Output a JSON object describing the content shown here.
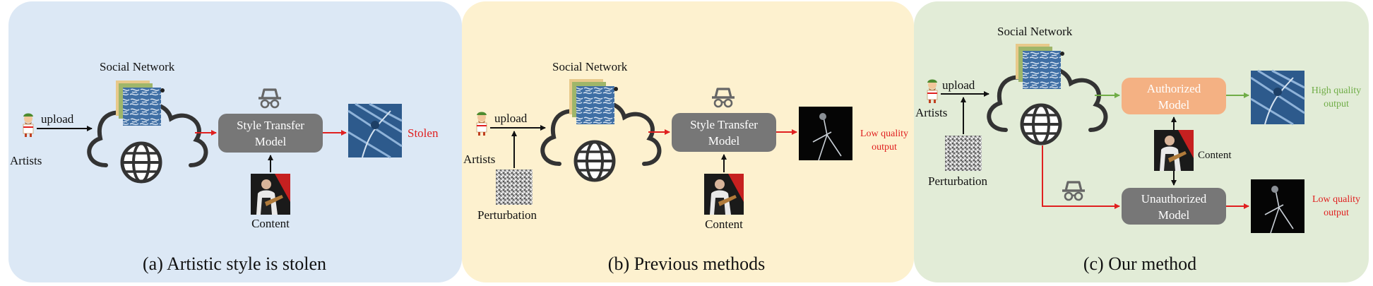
{
  "panels": [
    {
      "caption": "(a) Artistic style is stolen",
      "bg": "#dce8f5",
      "social_network": "Social Network",
      "artists": "Artists",
      "upload": "upload",
      "model": [
        "Style Transfer",
        "Model"
      ],
      "content": "Content",
      "result": "Stolen"
    },
    {
      "caption": "(b) Previous methods",
      "bg": "#fdf1cf",
      "social_network": "Social Network",
      "artists": "Artists",
      "upload": "upload",
      "perturbation": "Perturbation",
      "model": [
        "Style Transfer",
        "Model"
      ],
      "content": "Content",
      "result": [
        "Low quality",
        "output"
      ]
    },
    {
      "caption": "(c) Our method",
      "bg": "#e2ecd7",
      "social_network": "Social Network",
      "artists": "Artists",
      "upload": "upload",
      "perturbation": "Perturbation",
      "authorized_model": [
        "Authorized",
        "Model"
      ],
      "unauthorized_model": [
        "Unauthorized",
        "Model"
      ],
      "content": "Content",
      "high_result": [
        "High quality",
        "output"
      ],
      "low_result": [
        "Low quality",
        "output"
      ]
    }
  ],
  "colors": {
    "model_box": "#777777",
    "authorized_box": "#f4b183",
    "red_arrow": "#e02020",
    "green_arrow": "#70ad47",
    "cloud": "#333333",
    "high_quality_text": "#70ad47",
    "low_quality_text": "#e02020",
    "art_blue": "#3f6fa5"
  },
  "icons": [
    "artist-icon",
    "cloud-icon",
    "globe-icon",
    "spy-icon",
    "artwork-stack-icon",
    "stylized-output-icon",
    "noise-perturbation-icon",
    "content-photo-icon"
  ]
}
